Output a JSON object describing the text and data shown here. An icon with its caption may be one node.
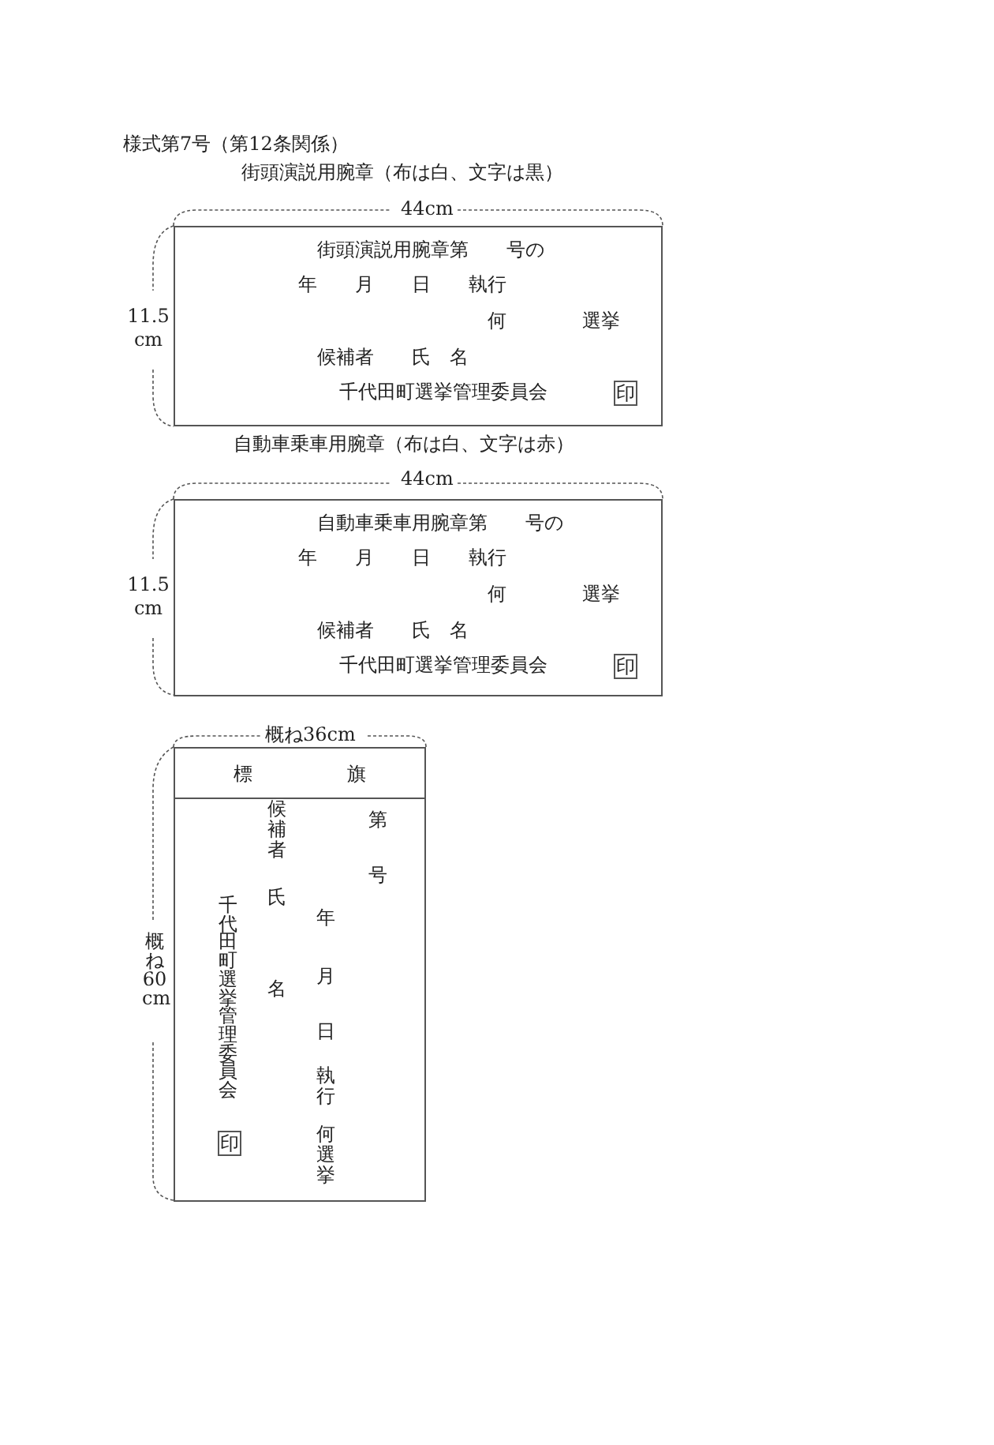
{
  "diagram": {
    "title": "様式第7号（第12条関係）",
    "nodes": [
      {
        "text": [
          "街頭演説用腕章第　　号の",
          "年　　月　　日　　執行",
          "何　　　　選挙",
          "候補者　　氏　名",
          "千代田町選挙管理委員会"
        ]
      },
      {
        "text": [
          "印"
        ],
        "in": 0
      },
      {
        "text": [
          "自動車乗車用腕章第　　号の",
          "年　　月　　日　　執行",
          "何　　　　選挙",
          "候補者　　氏　名",
          "千代田町選挙管理委員会"
        ]
      },
      {
        "text": [
          "印"
        ],
        "in": 2
      },
      {
        "text": [
          "第",
          "号",
          "年",
          "月",
          "日",
          "執行",
          "何選挙",
          "候補者",
          "氏",
          "名",
          "千代田町選挙管理委員会"
        ]
      },
      {
        "text": [
          "標　　　　　旗"
        ],
        "in": 4
      },
      {
        "text": [
          "印"
        ],
        "in": 4
      }
    ],
    "labels": [
      "街頭演説用腕章（布は白、文字は黒）",
      "44cm",
      "11.5 cm",
      "自動車乗車用腕章（布は白、文字は赤）",
      "44cm",
      "11.5 cm",
      "概ね36cm",
      "概ね60 cm"
    ]
  }
}
